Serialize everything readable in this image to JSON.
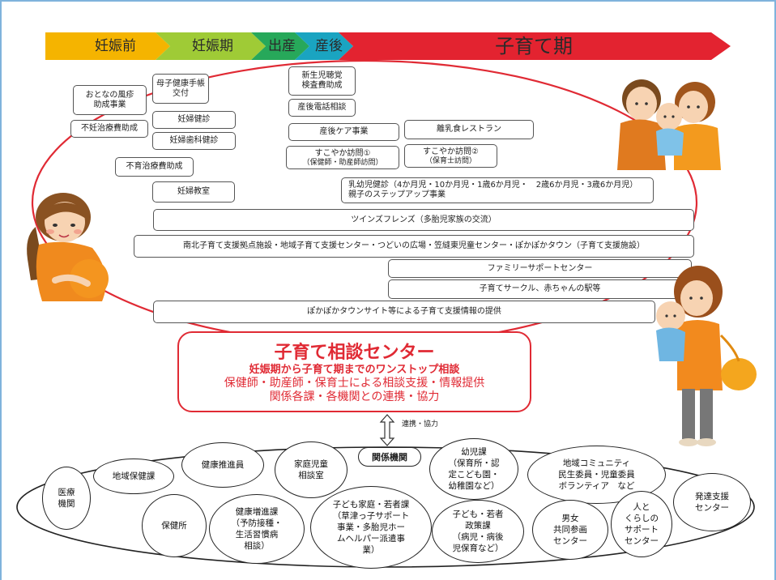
{
  "phases": [
    {
      "label": "妊娠前",
      "color": "#f5b400"
    },
    {
      "label": "妊娠期",
      "color": "#9fcb36"
    },
    {
      "label": "出産",
      "color": "#27a85a"
    },
    {
      "label": "産後",
      "color": "#1aa4c1"
    },
    {
      "label": "子育て期",
      "color": "#e32330"
    }
  ],
  "services": {
    "otona_fushin": "おとなの風疹\n助成事業",
    "boshi_techo": "母子健康手帳\n交付",
    "funin_chiryo": "不妊治療費助成",
    "ninpu_kenshin": "妊婦健診",
    "ninpu_shika": "妊婦歯科健診",
    "fuiku_chiryo": "不育治療費助成",
    "ninpu_kyoshitsu": "妊婦教室",
    "shinseiji_choukaku": "新生児聴覚\n検査費助成",
    "sango_denwa": "産後電話相談",
    "sango_care": "産後ケア事業",
    "rinyushoku": "離乳食レストラン",
    "sukoyaka1_title": "すこやか訪問①",
    "sukoyaka1_sub": "（保健師・助産師訪問）",
    "sukoyaka2_title": "すこやか訪問②",
    "sukoyaka2_sub": "（保育士訪問）",
    "nyuyoji_line1": "乳幼児健診（4か月児・10か月児・1歳6か月児・　2歳6か月児・3歳6か月児）",
    "nyuyoji_line2": "親子のステップアップ事業",
    "twins": "ツインズフレンズ（多胎児家族の交流）",
    "shisetsu": "南北子育て支援拠点施設・地域子育て支援センター・つどいの広場・笠縫東児童センター・ぽかぽかタウン（子育て支援施設）",
    "family_support": "ファミリーサポートセンター",
    "circle": "子育てサークル、赤ちゃんの駅等",
    "pokapoka_info": "ぽかぽかタウンサイト等による子育て支援情報の提供"
  },
  "center": {
    "title": "子育て相談センター",
    "subtitle": "妊娠期から子育て期までのワンストップ相談",
    "line1": "保健師・助産師・保育士による相談支援・情報提供",
    "line2": "関係各課・各機関との連携・協力"
  },
  "link_label": "連携・協力",
  "kankei_label": "関係機関",
  "orgs": {
    "iryo": "医療\n機関",
    "chiiki_hoken": "地域保健課",
    "kenko_suishin": "健康推進員",
    "katei_jido": "家庭児童\n相談室",
    "yoji": "幼児課\n（保育所・認\n定こども園・\n幼稚園など）",
    "chiiki_comm": "地域コミュニティ\n民生委員・児童委員\nボランティア　など",
    "hokenjo": "保健所",
    "kenko_zoshin": "健康増進課\n（予防接種・\n生活習慣病\n相談）",
    "kodomo_katei": "子ども家庭・若者課\n（草津っ子サポート\n事業・多胎児ホー\nムヘルパー派遣事\n業）",
    "kodomo_seisaku": "子ども・若者\n政策課\n（病児・病後\n児保育など）",
    "danjo": "男女\n共同参画\nセンター",
    "hito_kurashi": "人と\nくらしの\nサポート\nセンター",
    "hattatsu": "発達支援\nセンター"
  }
}
